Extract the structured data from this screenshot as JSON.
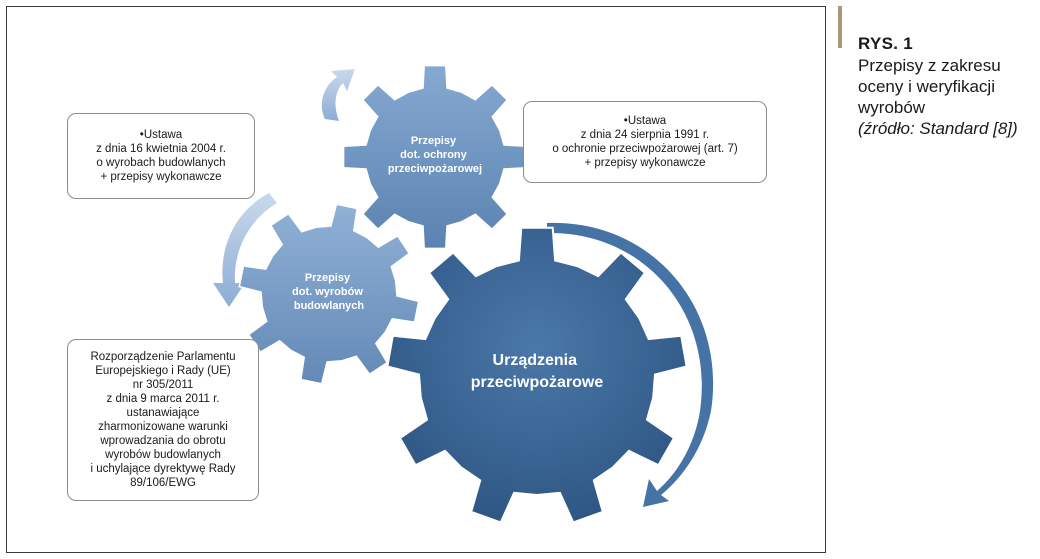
{
  "diagram": {
    "gear_fire_protection": {
      "lines": [
        "Przepisy",
        "dot. ochrony",
        "przeciwpożarowej"
      ],
      "color": "#6e94c2"
    },
    "gear_building_products": {
      "lines": [
        "Przepisy",
        "dot. wyrobów",
        "budowlanych"
      ],
      "color": "#7ba0c9"
    },
    "gear_fire_devices": {
      "lines": [
        "Urządzenia",
        "przeciwpożarowe"
      ],
      "color": "#3d6794"
    },
    "box_act_2004": {
      "bullet": "Ustawa",
      "lines": [
        "z dnia 16 kwietnia 2004 r.",
        "o wyrobach budowlanych",
        "+ przepisy wykonawcze"
      ]
    },
    "box_act_1991": {
      "bullet": "Ustawa",
      "lines": [
        "z dnia 24 sierpnia 1991 r.",
        "o ochronie przeciwpożarowej (art. 7)",
        "+ przepisy wykonawcze"
      ]
    },
    "box_regulation": {
      "lines": [
        "Rozporządzenie Parlamentu",
        "Europejskiego i Rady (UE)",
        "nr 305/2011",
        "z dnia 9 marca 2011 r.",
        "ustanawiające",
        "zharmonizowane warunki",
        "wprowadzania do obrotu",
        "wyrobów budowlanych",
        "i uchylające dyrektywę Rady",
        "89/106/EWG"
      ]
    }
  },
  "caption": {
    "label": "RYS. 1",
    "description": "Przepisy z zakresu oceny i weryfikacji wyrobów",
    "source": "(źródło: Standard [8])",
    "accent_color": "#a89778"
  }
}
